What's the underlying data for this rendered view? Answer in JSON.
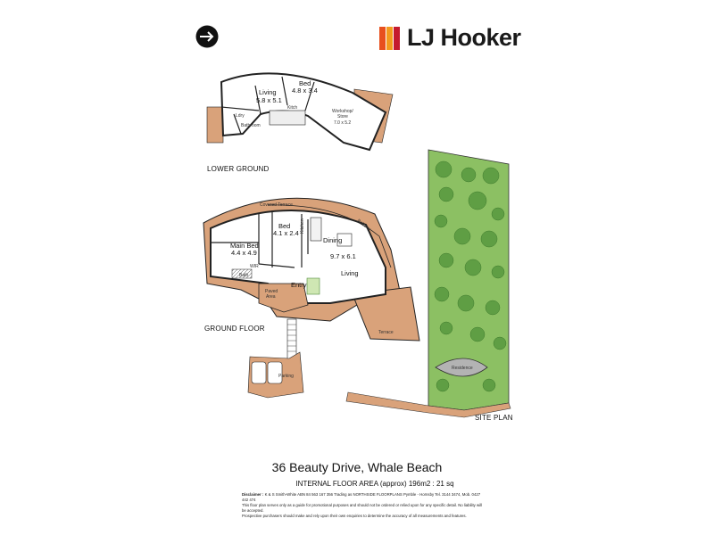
{
  "branding": {
    "logo_text": "LJ Hooker",
    "bar_colors": [
      "#e8501e",
      "#f39a1d",
      "#c41a2e"
    ]
  },
  "colors": {
    "terrace": "#d9a27a",
    "wall": "#222222",
    "grass": "#8cc063",
    "residence": "#b3b3b3"
  },
  "labels": {
    "lower_ground": "LOWER GROUND",
    "ground_floor": "GROUND FLOOR",
    "site_plan": "SITE PLAN"
  },
  "lower_ground_rooms": {
    "living_name": "Living",
    "living_dims": "5.8 x 5.1",
    "bed_name": "Bed",
    "bed_dims": "4.8 x 3.4",
    "kitchen": "Kitch",
    "workshop_name": "Workshop/",
    "workshop_name2": "Store",
    "workshop_dims": "7.0 x 5.2",
    "laundry": "Ldry",
    "bathroom": "Bathroom"
  },
  "ground_floor_rooms": {
    "covered_terrace": "Covered Terrace",
    "balcony": "Balcony",
    "bed_name": "Bed",
    "bed_dims": "4.1 x 2.4",
    "main_bed_name": "Main Bed",
    "main_bed_dims": "4.4 x 4.9",
    "kitchen": "Kitchen",
    "dining": "Dining",
    "living_dims": "9.7 x 6.1",
    "living": "Living",
    "entry": "Entry",
    "paved_area": "Paved",
    "paved_area2": "Area",
    "terrace": "Terrace",
    "parking": "Parking",
    "wir": "WIR",
    "bath": "Bath"
  },
  "site": {
    "residence": "Residence"
  },
  "property": {
    "address": "36 Beauty Drive, Whale Beach",
    "floor_area": "INTERNAL FLOOR AREA (approx) 196m2  : 21 sq"
  },
  "disclaimer": {
    "label": "Disclaimer :",
    "line1": "K & S Smith-White   ABN 84 563 167 356  Trading as NORTHSIDE FLOORPLANS Pymble - Hornsby  Tel. 3144 3474, Mob. 0427 442 474",
    "line2": "This floor plan serves only as a guide for promotional purposes and should not be ordered or relied upon for any specific detail.  No liability will be accepted.",
    "line3": "Prospective purchasers should make and rely upon their own enquiries to determine  the accuracy of all measurements and features."
  }
}
